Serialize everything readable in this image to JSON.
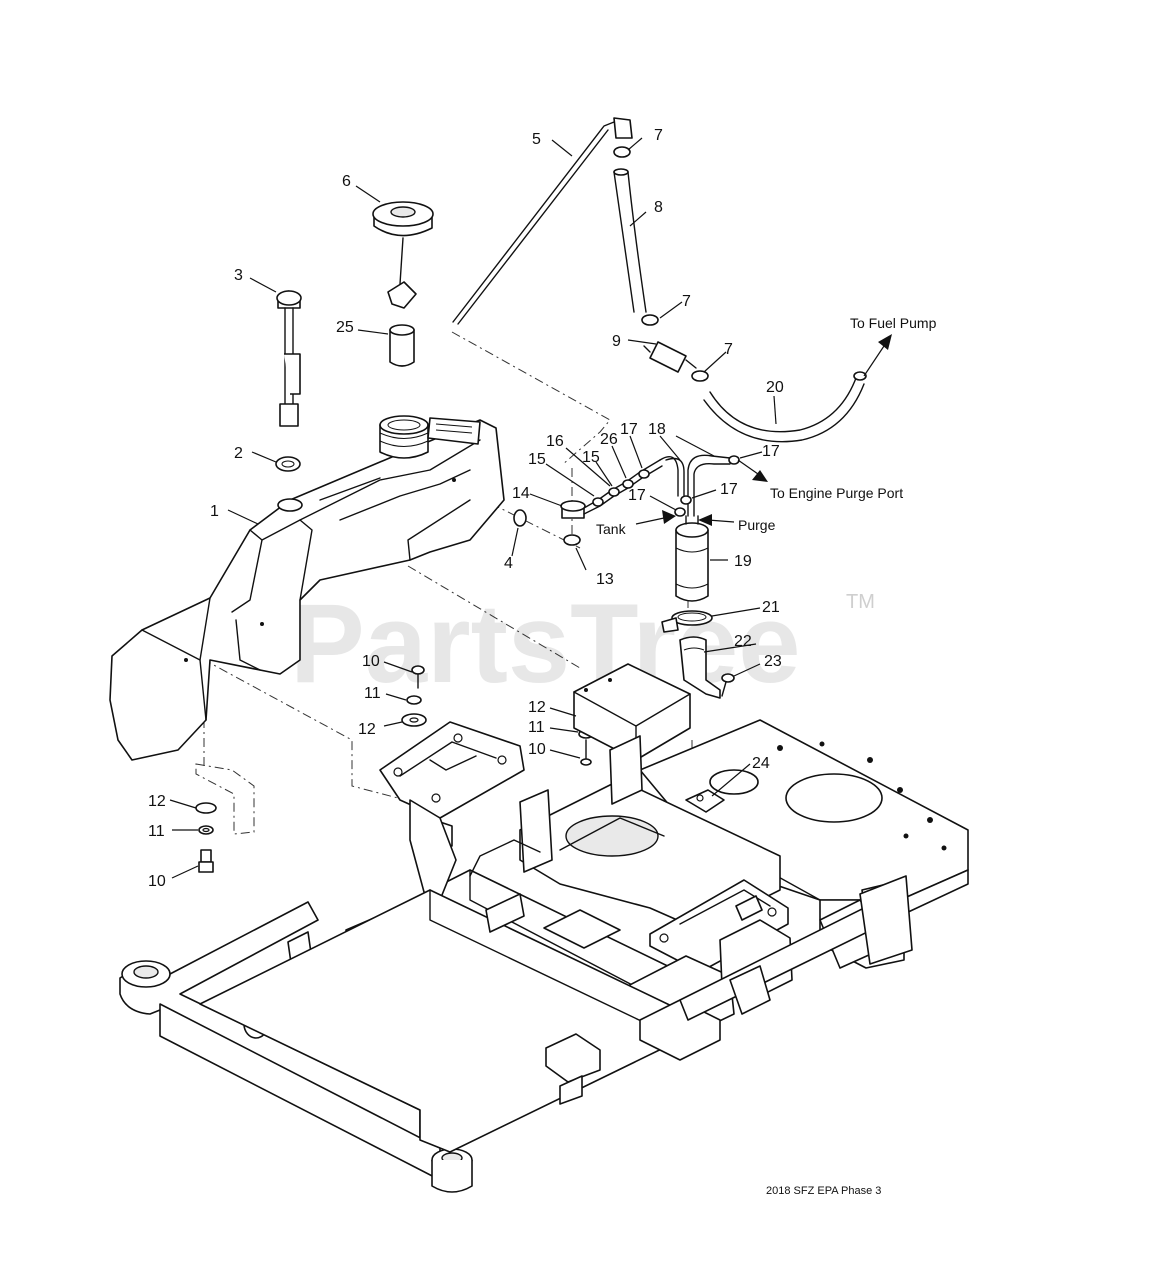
{
  "callouts": [
    {
      "label": "1"
    },
    {
      "label": "2"
    },
    {
      "label": "3"
    },
    {
      "label": "4"
    },
    {
      "label": "5"
    },
    {
      "label": "6"
    },
    {
      "label": "7"
    },
    {
      "label": "7"
    },
    {
      "label": "7"
    },
    {
      "label": "8"
    },
    {
      "label": "9"
    },
    {
      "label": "10"
    },
    {
      "label": "10"
    },
    {
      "label": "10"
    },
    {
      "label": "11"
    },
    {
      "label": "11"
    },
    {
      "label": "11"
    },
    {
      "label": "12"
    },
    {
      "label": "12"
    },
    {
      "label": "12"
    },
    {
      "label": "13"
    },
    {
      "label": "14"
    },
    {
      "label": "15"
    },
    {
      "label": "15"
    },
    {
      "label": "16"
    },
    {
      "label": "26"
    },
    {
      "label": "17"
    },
    {
      "label": "17"
    },
    {
      "label": "17"
    },
    {
      "label": "17"
    },
    {
      "label": "18"
    },
    {
      "label": "19"
    },
    {
      "label": "20"
    },
    {
      "label": "21"
    },
    {
      "label": "22"
    },
    {
      "label": "23"
    },
    {
      "label": "24"
    },
    {
      "label": "25"
    }
  ],
  "notes": {
    "fuel_pump": "To Fuel Pump",
    "engine_purge": "To Engine Purge Port",
    "tank": "Tank",
    "purge": "Purge"
  },
  "watermark": {
    "text": "PartsTree",
    "tm": "TM"
  },
  "caption": "2018 SFZ EPA Phase 3"
}
